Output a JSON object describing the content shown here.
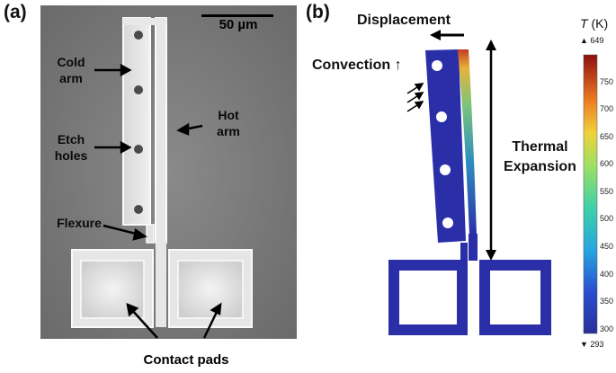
{
  "panel_a": {
    "label": "(a)",
    "scale_bar": "50 µm",
    "labels": {
      "cold_arm": "Cold\narm",
      "hot_arm": "Hot\narm",
      "etch_holes": "Etch\nholes",
      "flexure": "Flexure"
    },
    "caption": "Contact pads"
  },
  "panel_b": {
    "label": "(b)",
    "displacement": "Displacement",
    "convection": "Convection ↑",
    "thermal_expansion": "Thermal\nExpansion",
    "colorbar": {
      "title_italic": "T",
      "title_unit": "(K)",
      "max_label": "▲ 649",
      "min_label": "▼ 293",
      "ticks": [
        "750",
        "700",
        "650",
        "600",
        "550",
        "500",
        "450",
        "400",
        "350",
        "300"
      ],
      "range": [
        293,
        800
      ]
    },
    "colors": {
      "device_blue": "#2a2fa8",
      "hot_red": "#c23b22"
    }
  }
}
